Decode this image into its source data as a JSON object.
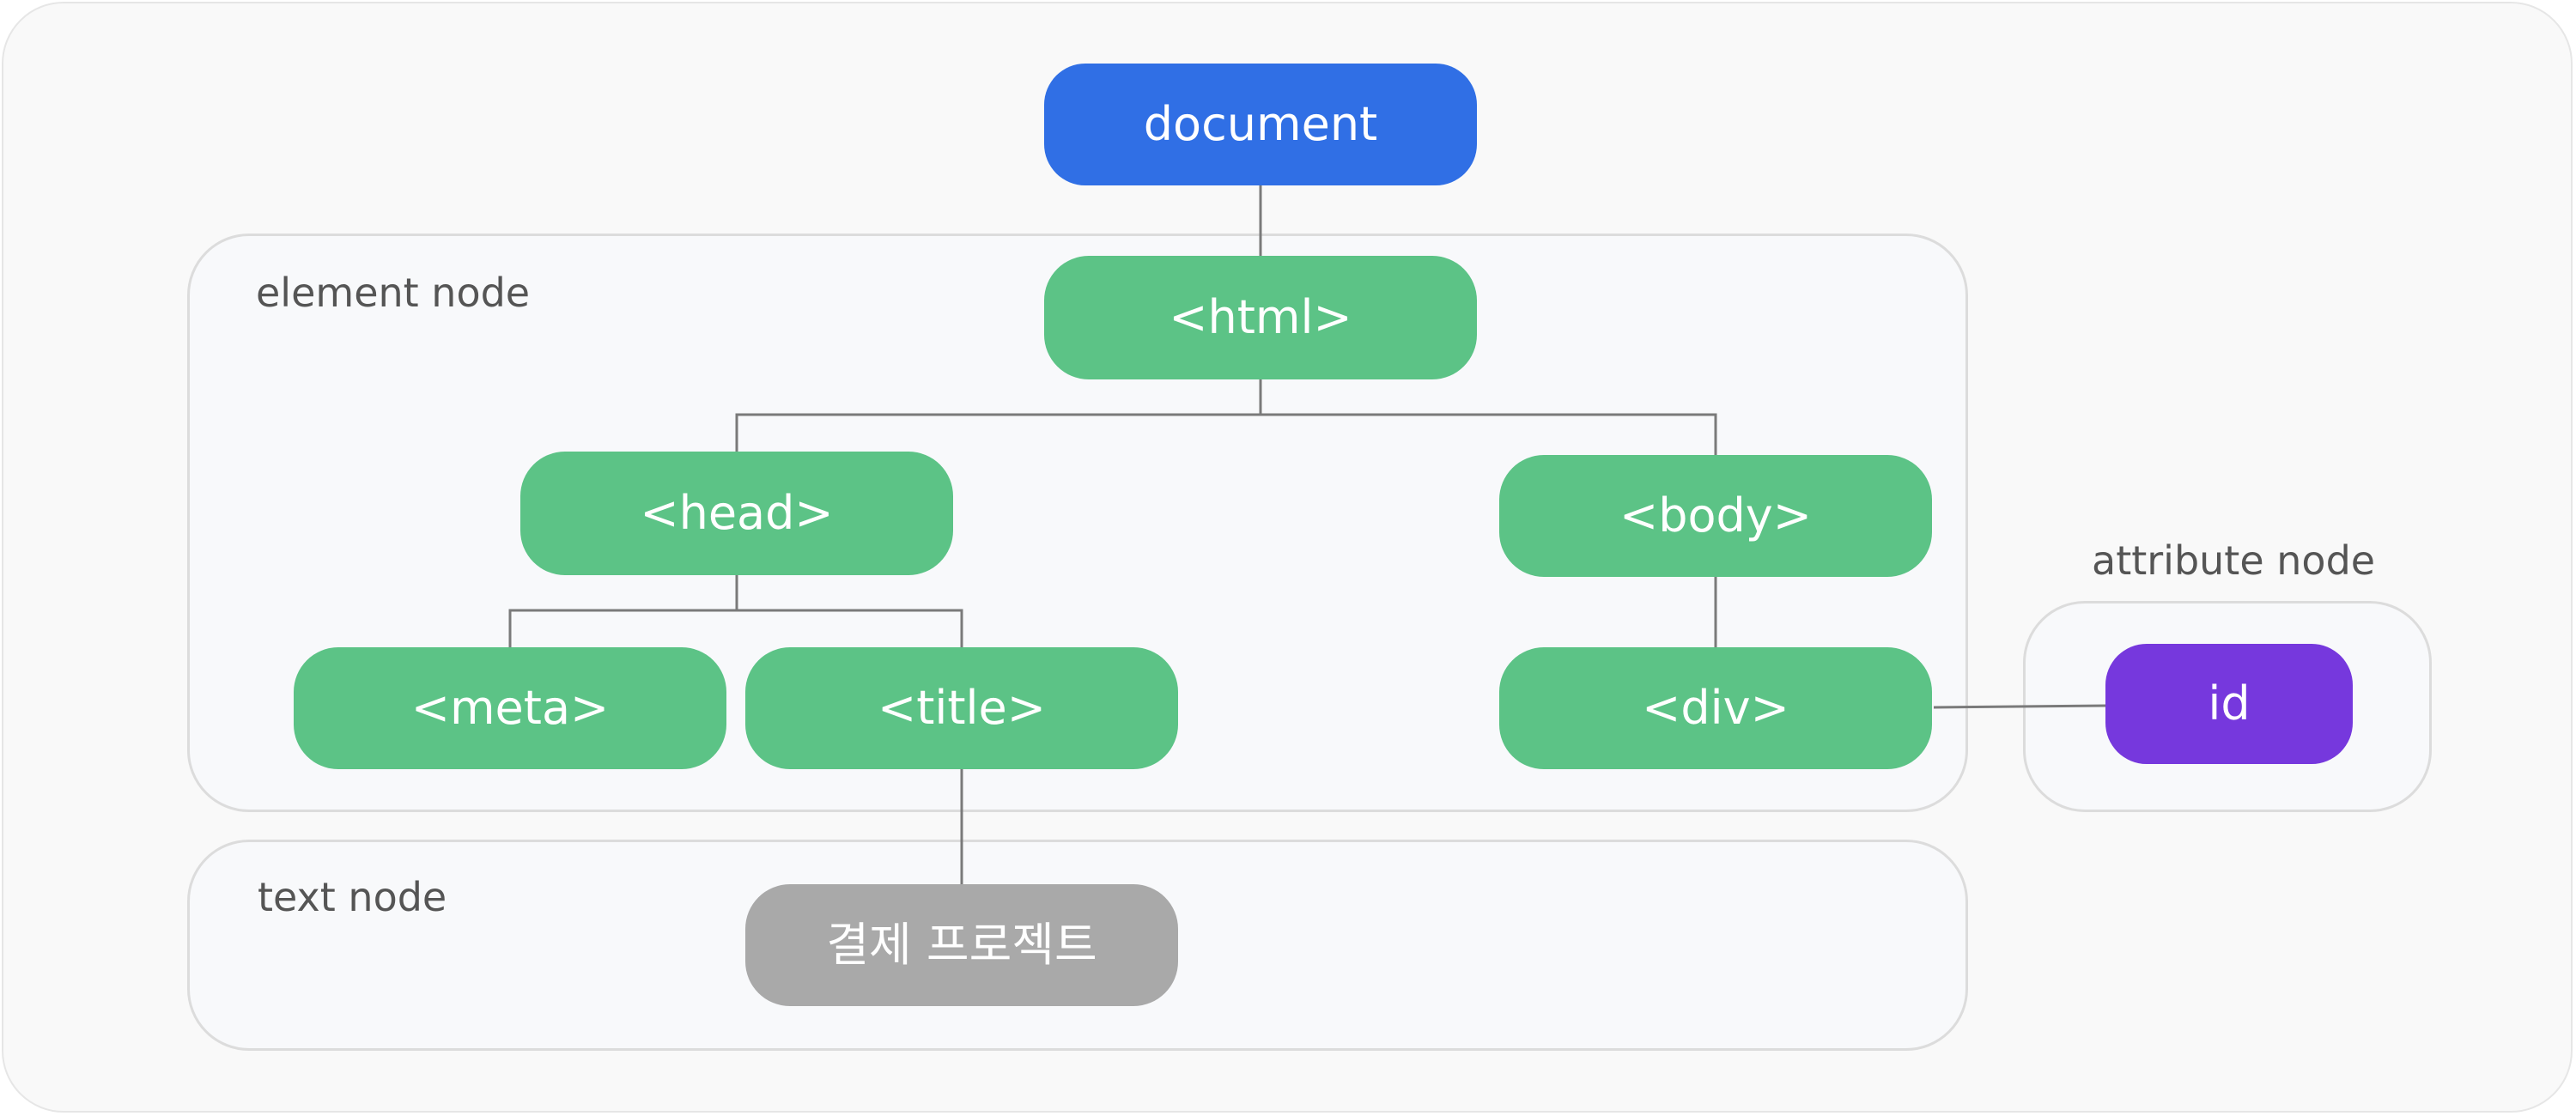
{
  "groups": {
    "element": "element node",
    "text": "text node",
    "attribute": "attribute node"
  },
  "nodes": {
    "document": "document",
    "html": "<html>",
    "head": "<head>",
    "body": "<body>",
    "meta": "<meta>",
    "title": "<title>",
    "div": "<div>",
    "text": "결제 프로젝트",
    "id": "id"
  },
  "edges": [
    [
      "document",
      "html"
    ],
    [
      "html",
      "head"
    ],
    [
      "html",
      "body"
    ],
    [
      "head",
      "meta"
    ],
    [
      "head",
      "title"
    ],
    [
      "body",
      "div"
    ],
    [
      "title",
      "text"
    ],
    [
      "div",
      "id"
    ]
  ],
  "colors": {
    "document": "#306fe5",
    "element": "#5cc386",
    "text": "#a9a9a9",
    "attribute": "#7638dd",
    "connector": "#7a7a7a"
  }
}
